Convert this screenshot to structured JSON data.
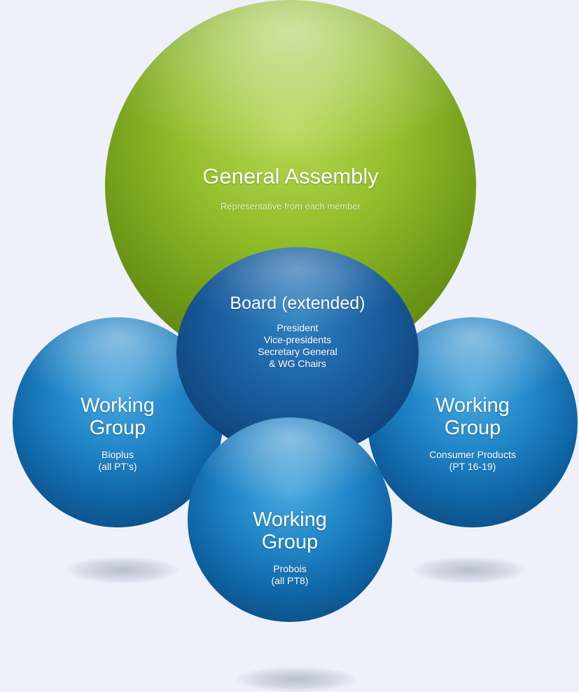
{
  "general_assembly": {
    "title": "General Assembly",
    "subtitle": "Representative from each member"
  },
  "board": {
    "title": "Board (extended)",
    "members": [
      "President",
      "Vice-presidents",
      "Secretary General",
      "& WG Chairs"
    ]
  },
  "working_groups": [
    {
      "title_line1": "Working",
      "title_line2": "Group",
      "desc_line1": "Bioplus",
      "desc_line2": "(all PT’s)"
    },
    {
      "title_line1": "Working",
      "title_line2": "Group",
      "desc_line1": "Consumer Products",
      "desc_line2": "(PT 16-19)"
    },
    {
      "title_line1": "Working",
      "title_line2": "Group",
      "desc_line1": "Probois",
      "desc_line2": "(all PT8)"
    }
  ],
  "colors": {
    "background": "#eef1fa",
    "assembly_green": "#94bf2c",
    "group_blue": "#2186c8",
    "board_blue": "#1a60a2"
  }
}
